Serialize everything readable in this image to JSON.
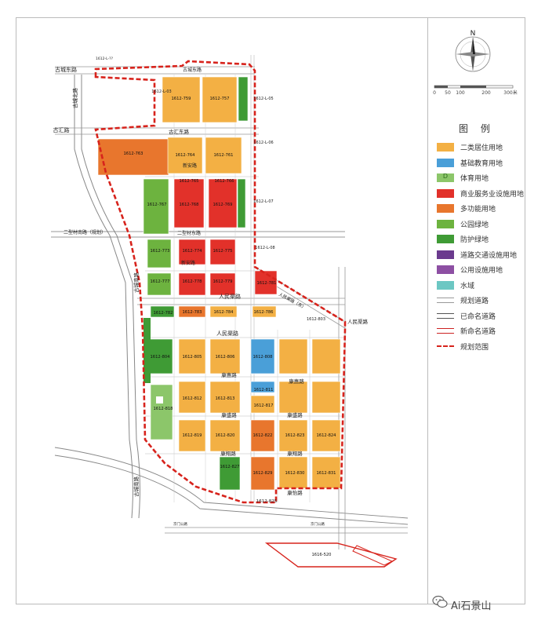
{
  "map": {
    "colors": {
      "residential": "#f3b044",
      "education": "#4a9fd8",
      "sports": "#8cc66a",
      "commercial": "#e2312a",
      "multifunction": "#e8762d",
      "park": "#6db33f",
      "protective": "#3f9b35",
      "traffic": "#6b3a8e",
      "utility": "#8d4fa3",
      "water": "#6cc7c3",
      "boundary": "#d7231c"
    },
    "roads": {
      "gucheng_north": "古城北路",
      "gucheng_south": "古城南路",
      "guhui": "古汇路",
      "guhui_east": "古汇东路",
      "gucheng_east": "古城东路",
      "erxing_south": "二型材南路（规划）",
      "erxing_east": "二型材东路",
      "renminqu_1": "人民渠路",
      "renminqu_2": "人民渠路",
      "renminqu_right": "人民渠路",
      "renminqu_east": "人民渠路（东）",
      "kanghui": "康惠路",
      "kangsheng": "康盛路",
      "kangxiang": "康翔路",
      "kangyi": "康怡路",
      "jingmen": "京门公路",
      "jingmen2": "京门公路",
      "code_top": "1612-L-??",
      "code_03": "1612-L-03",
      "code_05": "1612-L-05",
      "code_06": "1612-L-06",
      "code_07": "1612-L-07",
      "code_08": "1612-L-08",
      "code_803": "1612-803",
      "code_825": "1612-825",
      "code_820b": "1612-820",
      "xinan": "新安路",
      "xinan2": "新安路"
    },
    "parcels": {
      "p759": "1612-759",
      "p757": "1612-757",
      "p763": "1612-763",
      "p764": "1612-764",
      "p761": "1612-761",
      "p765": "1612-765",
      "p766": "1612-766",
      "p767": "1612-767",
      "p768": "1612-768",
      "p769": "1612-769",
      "p773": "1612-773",
      "p774": "1612-774",
      "p775": "1612-775",
      "p777": "1612-777",
      "p778": "1612-778",
      "p779": "1612-779",
      "p781": "1612-781",
      "p782": "1612-782",
      "p783": "1612-783",
      "p784": "1612-784",
      "p786": "1612-786",
      "p804": "1612-804",
      "p805": "1612-805",
      "p806": "1612-806",
      "p808": "1612-808",
      "p811": "1612-811",
      "p812": "1612-812",
      "p813": "1612-813",
      "p817": "1612-817",
      "p818": "1612-818",
      "p819": "1612-819",
      "p820": "1612-820",
      "p822": "1612-822",
      "p823": "1612-823",
      "p824": "1612-824",
      "p827": "1612-827",
      "p829": "1612-829",
      "p830": "1612-830",
      "p831": "1612-831",
      "p520": "1616-520"
    }
  },
  "scale": {
    "ticks": [
      "0",
      "50",
      "100",
      "200",
      "300米"
    ]
  },
  "compass": {
    "north": "N"
  },
  "legend": {
    "title": "图  例",
    "items": [
      {
        "label": "二类居住用地",
        "color": "#f3b044"
      },
      {
        "label": "基础教育用地",
        "color": "#4a9fd8"
      },
      {
        "label": "体育用地",
        "color": "#8cc66a",
        "mark": "D"
      },
      {
        "label": "商业服务业设施用地",
        "color": "#e2312a"
      },
      {
        "label": "多功能用地",
        "color": "#e8762d"
      },
      {
        "label": "公园绿地",
        "color": "#6db33f"
      },
      {
        "label": "防护绿地",
        "color": "#3f9b35"
      },
      {
        "label": "道路交通设施用地",
        "color": "#6b3a8e"
      },
      {
        "label": "公用设施用地",
        "color": "#8d4fa3"
      },
      {
        "label": "水域",
        "color": "#6cc7c3"
      },
      {
        "label": "规划道路",
        "style": "road"
      },
      {
        "label": "已命名道路",
        "style": "named"
      },
      {
        "label": "新命名道路",
        "style": "newnamed"
      },
      {
        "label": "规划范围",
        "style": "boundary"
      }
    ]
  },
  "watermark": {
    "text": "Ai石景山"
  }
}
